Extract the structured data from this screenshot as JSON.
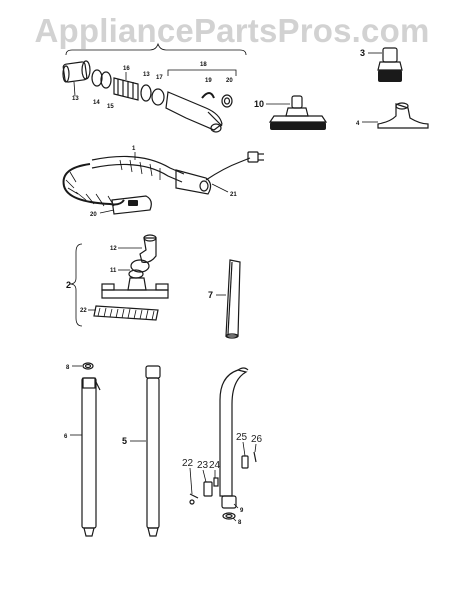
{
  "watermark": "AppliancePartsPros.com",
  "callouts": {
    "c1": "1",
    "c2": "2",
    "c3": "3",
    "c4": "4",
    "c5": "5",
    "c6": "6",
    "c7": "7",
    "c8a": "8",
    "c8b": "8",
    "c9": "9",
    "c10": "10",
    "c11": "11",
    "c12": "12",
    "c13": "13",
    "c14": "14",
    "c15": "15",
    "c16": "16",
    "c17": "17",
    "c18": "18",
    "c19": "19",
    "c20a": "20",
    "c20b": "20",
    "c21": "21",
    "c22a": "22",
    "c22b": "22",
    "c23": "23",
    "c24": "24",
    "c25": "25",
    "c26": "26"
  }
}
